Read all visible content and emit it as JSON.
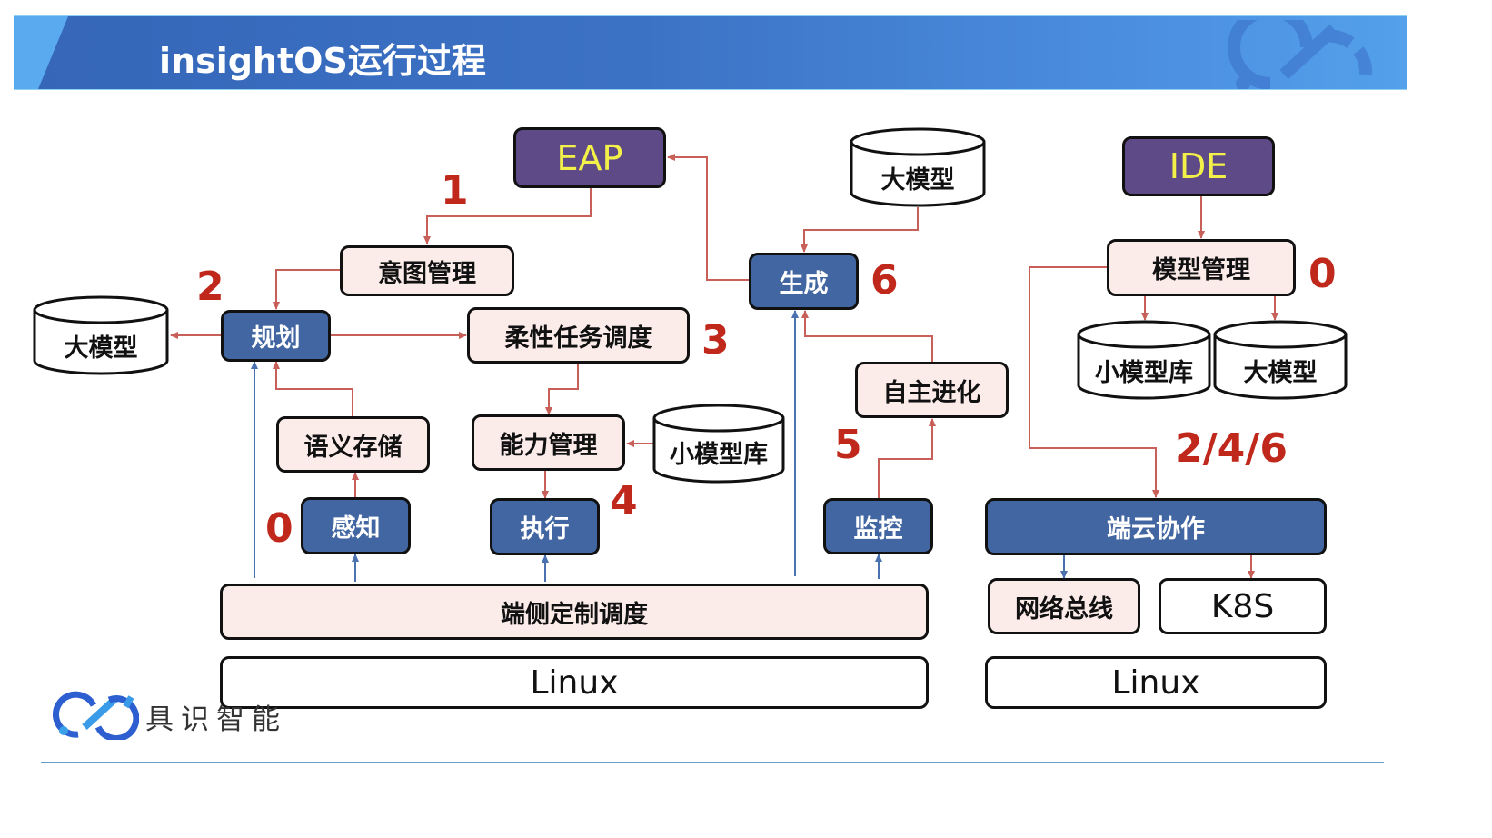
{
  "header": {
    "title": "insightOS运行过程"
  },
  "colors": {
    "banner_blue": "#3c72c4",
    "banner_light": "#5aaaf0",
    "node_blue": "#4266a1",
    "node_pink": "#fbecea",
    "node_purple": "#5e4a86",
    "purple_text": "#f3f04a",
    "arrow_red": "#c8605a",
    "arrow_blue": "#4a72b0",
    "step_red": "#c0281c"
  },
  "nodes": {
    "eap": "EAP",
    "ide": "IDE",
    "intent_mgmt": "意图管理",
    "planning": "规划",
    "flex_scheduling": "柔性任务调度",
    "semantic_storage": "语义存储",
    "capability_mgmt": "能力管理",
    "perception": "感知",
    "execution": "执行",
    "generation": "生成",
    "self_evolution": "自主进化",
    "monitoring": "监控",
    "model_mgmt": "模型管理",
    "edge_cloud": "端云协作",
    "network_bus": "网络总线",
    "k8s": "K8S",
    "edge_scheduling": "端侧定制调度",
    "linux_left": "Linux",
    "linux_right": "Linux"
  },
  "databases": {
    "llm_left": "大模型",
    "llm_top": "大模型",
    "llm_right": "大模型",
    "small_model_lib_mid": "小模型库",
    "small_model_lib_right": "小模型库"
  },
  "steps": {
    "s1": "1",
    "s2": "2",
    "s3": "3",
    "s4": "4",
    "s5": "5",
    "s6": "6",
    "s0_left": "0",
    "s0_right": "0",
    "s246": "2/4/6"
  },
  "footer": {
    "brand": "具识智能"
  }
}
